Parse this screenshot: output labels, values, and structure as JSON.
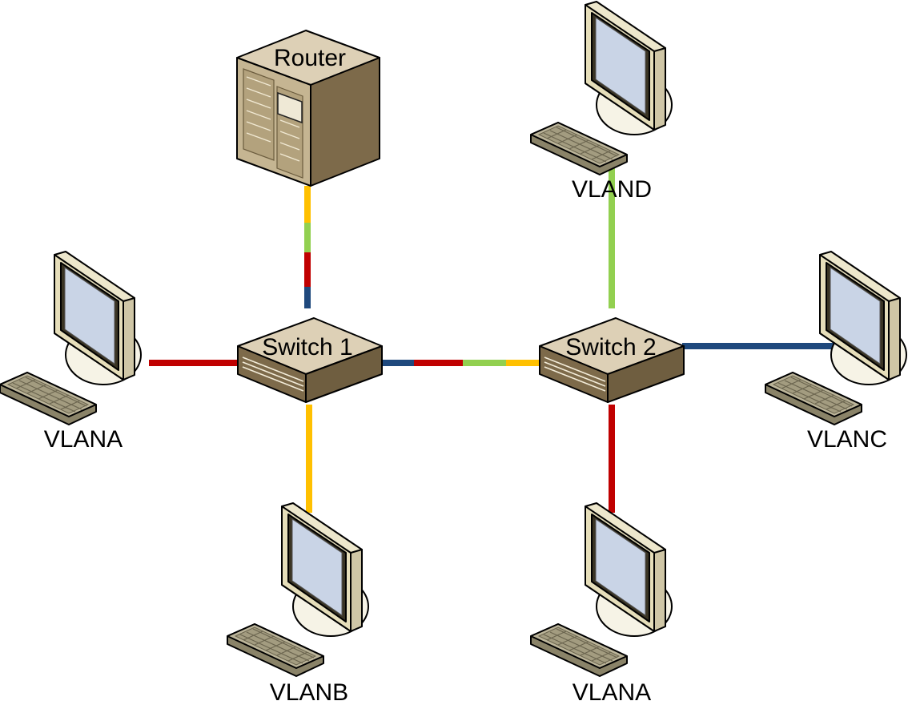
{
  "nodes": {
    "router": {
      "label": "Router"
    },
    "switch1": {
      "label": "Switch 1"
    },
    "switch2": {
      "label": "Switch 2"
    },
    "pc_vland": {
      "label": "VLAND"
    },
    "pc_vlana_left": {
      "label": "VLANA"
    },
    "pc_vlanb": {
      "label": "VLANB"
    },
    "pc_vlana_bottom": {
      "label": "VLANA"
    },
    "pc_vlanc": {
      "label": "VLANC"
    }
  },
  "vlan_colors": {
    "VLANA": "#c00000",
    "VLANB": "#ffc000",
    "VLANC": "#1f497d",
    "VLAND": "#92d050"
  },
  "links": [
    {
      "from": "router",
      "to": "switch1",
      "vlans": [
        "VLANB",
        "VLAND",
        "VLANA",
        "VLANC"
      ]
    },
    {
      "from": "switch1",
      "to": "switch2",
      "vlans": [
        "VLANC",
        "VLANA",
        "VLAND",
        "VLANB"
      ]
    },
    {
      "from": "switch1",
      "to": "pc_vlana_left",
      "vlans": [
        "VLANA"
      ]
    },
    {
      "from": "switch1",
      "to": "pc_vlanb",
      "vlans": [
        "VLANB"
      ]
    },
    {
      "from": "switch2",
      "to": "pc_vland",
      "vlans": [
        "VLAND"
      ]
    },
    {
      "from": "switch2",
      "to": "pc_vlanc",
      "vlans": [
        "VLANC"
      ]
    },
    {
      "from": "switch2",
      "to": "pc_vlana_bottom",
      "vlans": [
        "VLANA"
      ]
    }
  ]
}
